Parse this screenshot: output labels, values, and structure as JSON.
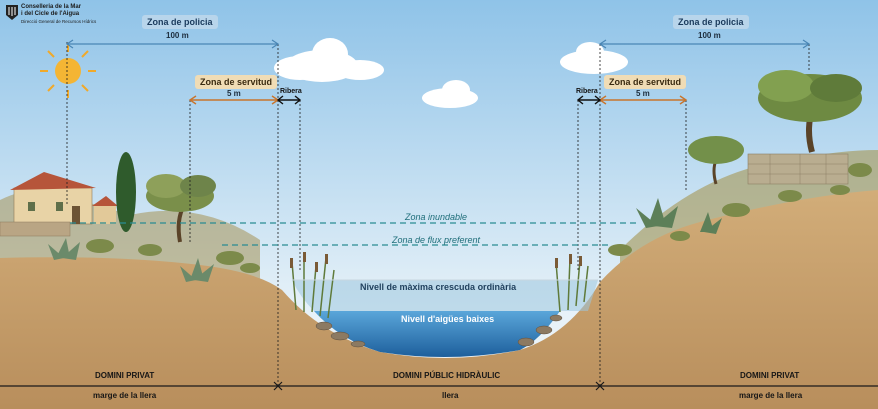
{
  "logo": {
    "line1": "Conselleria de la Mar",
    "line2": "i del Cicle de l'Aigua",
    "sub": "Direcció General de Recursos Hídrics",
    "icon": "shield-icon"
  },
  "zones": {
    "policia": {
      "label": "Zona de policia",
      "value": "100 m"
    },
    "servitud": {
      "label": "Zona de servitud",
      "value": "5 m"
    },
    "ribera": "Ribera",
    "inundable": "Zona inundable",
    "flux": "Zona de flux preferent"
  },
  "water": {
    "max": "Nivell de màxima crescuda ordinària",
    "low": "Nivell d'aigües baixes"
  },
  "domains": {
    "left": "DOMINI PRIVAT",
    "center": "DOMINI PÚBLIC HIDRÀULIC",
    "right": "DOMINI PRIVAT"
  },
  "banks": {
    "left": "marge de la llera",
    "center": "llera",
    "right": "marge de la llera"
  },
  "colors": {
    "sky_top": "#8fc3e8",
    "sky_bottom": "#eef6fb",
    "ground": "#c9a471",
    "water": "#2f7fc0",
    "policia_line": "#4a86b5",
    "servitud_line": "#c8742c",
    "zone_line": "#2a8c92"
  }
}
